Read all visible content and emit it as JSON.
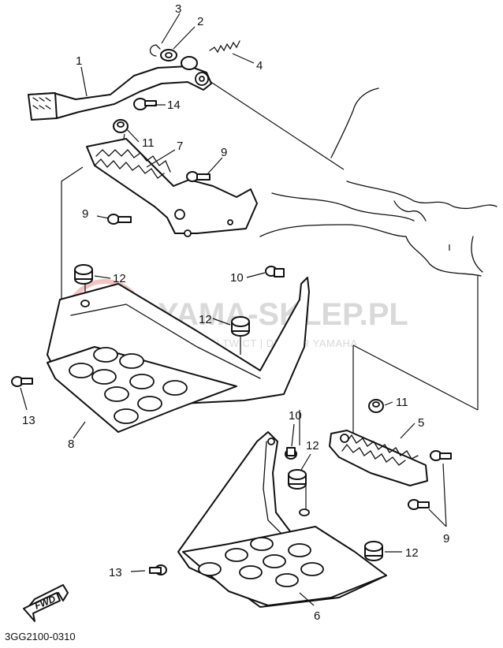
{
  "diagram_code": "3GG2100-0310",
  "watermark": {
    "title": "YAMA-SKLEP.PL",
    "subtitle": "WOJCIECH TWICT | DEALER YAMAHA"
  },
  "fwd_label": "FWD",
  "callouts": {
    "c1": "1",
    "c2": "2",
    "c3": "3",
    "c4": "4",
    "c5": "5",
    "c6": "6",
    "c7": "7",
    "c8": "8",
    "c9a": "9",
    "c9b": "9",
    "c9c": "9",
    "c10a": "10",
    "c10b": "10",
    "c11a": "11",
    "c11b": "11",
    "c12a": "12",
    "c12b": "12",
    "c12c": "12",
    "c12d": "12",
    "c13a": "13",
    "c13b": "13",
    "c14": "14"
  }
}
